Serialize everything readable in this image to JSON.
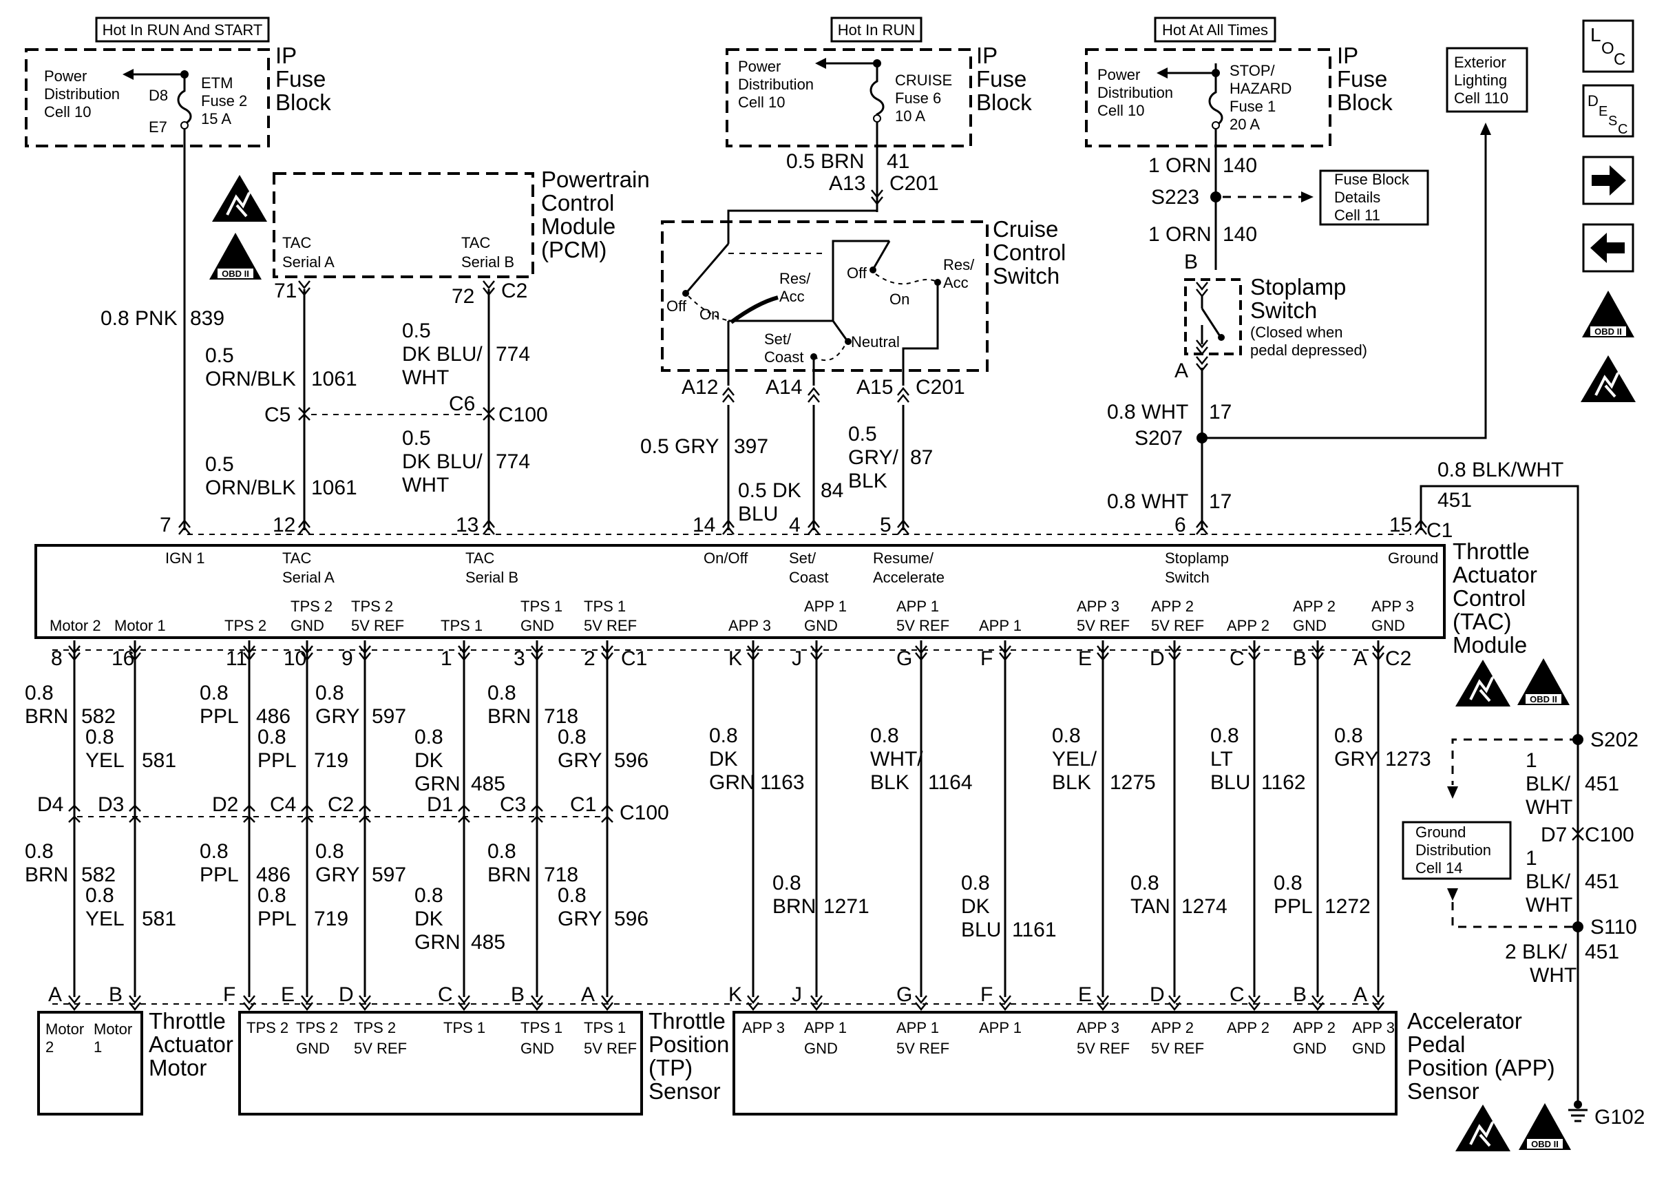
{
  "power_labels": {
    "run_start": "Hot In RUN And START",
    "run": "Hot In RUN",
    "all_times": "Hot At All Times"
  },
  "ip_fuse_block": {
    "line1": "IP",
    "line2": "Fuse",
    "line3": "Block"
  },
  "power_dist": {
    "line1": "Power",
    "line2": "Distribution",
    "line3": "Cell 10"
  },
  "etm_fuse": {
    "name": "ETM",
    "fuse": "Fuse 2",
    "amp": "15 A",
    "pin_top": "D8",
    "pin_bottom": "E7"
  },
  "cruise_fuse": {
    "name": "CRUISE",
    "fuse": "Fuse 6",
    "amp": "10 A"
  },
  "stop_fuse": {
    "name1": "STOP/",
    "name2": "HAZARD",
    "fuse": "Fuse 1",
    "amp": "20 A"
  },
  "exterior_lighting": {
    "line1": "Exterior",
    "line2": "Lighting",
    "line3": "Cell 110"
  },
  "pcm": {
    "title1": "Powertrain",
    "title2": "Control",
    "title3": "Module",
    "title4": "(PCM)",
    "pin_a_line1": "TAC",
    "pin_a_line2": "Serial A",
    "pin_b_line1": "TAC",
    "pin_b_line2": "Serial B",
    "pin_a": "71",
    "pin_b": "72",
    "conn": "C2"
  },
  "cruise_switch": {
    "title1": "Cruise",
    "title2": "Control",
    "title3": "Switch",
    "off": "Off",
    "on": "On",
    "res1": "Res/",
    "res2": "Acc",
    "set1": "Set/",
    "set2": "Coast",
    "neutral": "Neutral",
    "pin_a12": "A12",
    "pin_a14": "A14",
    "pin_a15": "A15",
    "conn": "C201",
    "top_pin": "A13",
    "top_conn": "C201"
  },
  "stoplamp": {
    "title1": "Stoplamp",
    "title2": "Switch",
    "note1": "(Closed when",
    "note2": "pedal depressed)",
    "pin_top": "B",
    "pin_bottom": "A"
  },
  "fuse_details": {
    "line1": "Fuse Block",
    "line2": "Details",
    "line3": "Cell 11"
  },
  "splices": {
    "s223": "S223",
    "s207": "S207",
    "s202": "S202",
    "s110": "S110",
    "g102": "G102"
  },
  "wires": {
    "pnk": "0.8 PNK",
    "pnk_num": "839",
    "brn41": "0.5 BRN",
    "brn41_num": "41",
    "orn140": "1 ORN",
    "orn140_num": "140",
    "gry397": "0.5 GRY",
    "gry397_num": "397",
    "dkblu84_a": "0.5 DK",
    "dkblu84_b": "BLU",
    "dkblu84_num": "84",
    "gry87_a": "0.5",
    "gry87_b": "GRY/",
    "gry87_c": "BLK",
    "gry87_num": "87",
    "wht17": "0.8 WHT",
    "wht17_num": "17",
    "blkwht": "0.8 BLK/WHT",
    "blkwht_num": "451",
    "orn_a": "0.5",
    "orn_b": "ORN/BLK",
    "orn_num": "1061",
    "dkblu_a": "0.5",
    "dkblu_b": "DK BLU/",
    "dkblu_c": "WHT",
    "dkblu_num": "774"
  },
  "c100": {
    "c5": "C5",
    "c6": "C6",
    "label": "C100"
  },
  "tac_top_pins": [
    {
      "pin": "7",
      "l1": "IGN 1",
      "l2": ""
    },
    {
      "pin": "12",
      "l1": "TAC",
      "l2": "Serial A"
    },
    {
      "pin": "13",
      "l1": "TAC",
      "l2": "Serial B"
    },
    {
      "pin": "14",
      "l1": "On/Off",
      "l2": ""
    },
    {
      "pin": "4",
      "l1": "Set/",
      "l2": "Coast"
    },
    {
      "pin": "5",
      "l1": "Resume/",
      "l2": "Accelerate"
    },
    {
      "pin": "6",
      "l1": "Stoplamp",
      "l2": "Switch"
    },
    {
      "pin": "15",
      "l1": "Ground",
      "l2": ""
    }
  ],
  "tac_conn_top": "C1",
  "tac_module": {
    "l1": "Throttle",
    "l2": "Actuator",
    "l3": "Control",
    "l4": "(TAC)",
    "l5": "Module"
  },
  "tac_bottom_labels": [
    {
      "l1": "Motor 2",
      "l2": ""
    },
    {
      "l1": "Motor 1",
      "l2": ""
    },
    {
      "l1": "TPS 2",
      "l2": ""
    },
    {
      "l1": "TPS 2",
      "l2": "GND"
    },
    {
      "l1": "TPS 2",
      "l2": "5V REF"
    },
    {
      "l1": "TPS 1",
      "l2": ""
    },
    {
      "l1": "TPS 1",
      "l2": "GND"
    },
    {
      "l1": "TPS 1",
      "l2": "5V REF"
    },
    {
      "l1": "APP 3",
      "l2": ""
    },
    {
      "l1": "APP 1",
      "l2": "GND"
    },
    {
      "l1": "APP 1",
      "l2": "5V REF"
    },
    {
      "l1": "APP 1",
      "l2": ""
    },
    {
      "l1": "APP 3",
      "l2": "5V REF"
    },
    {
      "l1": "APP 2",
      "l2": "5V REF"
    },
    {
      "l1": "APP 2",
      "l2": ""
    },
    {
      "l1": "APP 2",
      "l2": "GND"
    },
    {
      "l1": "APP 3",
      "l2": "GND"
    }
  ],
  "lower_left_wires": [
    {
      "pin": "8",
      "c100": "D4",
      "end": "A",
      "a1": "0.8",
      "a2": "BRN",
      "num": "582"
    },
    {
      "pin": "16",
      "c100": "D3",
      "end": "B",
      "a1": "0.8",
      "a2": "YEL",
      "num": "581"
    },
    {
      "pin": "11",
      "c100": "D2",
      "end": "F",
      "a1": "0.8",
      "a2": "PPL",
      "num": "486"
    },
    {
      "pin": "10",
      "c100": "C4",
      "end": "E",
      "a1": "0.8",
      "a2": "PPL",
      "num": "719"
    },
    {
      "pin": "9",
      "c100": "C2",
      "end": "D",
      "a1": "0.8",
      "a2": "GRY",
      "num": "597"
    },
    {
      "pin": "1",
      "c100": "D1",
      "end": "C",
      "a1": "0.8",
      "a2": "DK",
      "a3": "GRN",
      "num": "485"
    },
    {
      "pin": "3",
      "c100": "C3",
      "end": "B",
      "a1": "0.8",
      "a2": "BRN",
      "num": "718"
    },
    {
      "pin": "2",
      "c100": "C1",
      "end": "A",
      "a1": "0.8",
      "a2": "GRY",
      "num": "596"
    }
  ],
  "lower_left_conn": {
    "c1": "C1",
    "c100": "C100"
  },
  "lower_right_wires": [
    {
      "pin": "K",
      "a1": "0.8",
      "a2": "DK",
      "a3": "GRN",
      "num": "1163"
    },
    {
      "pin": "J",
      "a1": "0.8",
      "a2": "BRN",
      "num": "1271"
    },
    {
      "pin": "G",
      "a1": "0.8",
      "a2": "WHT/",
      "a3": "BLK",
      "num": "1164"
    },
    {
      "pin": "F",
      "a1": "0.8",
      "a2": "DK",
      "a3": "BLU",
      "num": "1161"
    },
    {
      "pin": "E",
      "a1": "0.8",
      "a2": "YEL/",
      "a3": "BLK",
      "num": "1275"
    },
    {
      "pin": "D",
      "a1": "0.8",
      "a2": "TAN",
      "num": "1274"
    },
    {
      "pin": "C",
      "a1": "0.8",
      "a2": "LT",
      "a3": "BLU",
      "num": "1162"
    },
    {
      "pin": "B",
      "a1": "0.8",
      "a2": "PPL",
      "num": "1272"
    },
    {
      "pin": "A",
      "a1": "0.8",
      "a2": "GRY",
      "num": "1273"
    }
  ],
  "lower_right_conn": "C2",
  "ground_path": {
    "w1_a": "1",
    "w1_b": "BLK/",
    "w1_c": "WHT",
    "w1_num": "451",
    "d7": "D7",
    "c100": "C100",
    "w2_a": "1",
    "w2_b": "BLK/",
    "w2_c": "WHT",
    "w2_num": "451",
    "w3_a": "2 BLK/",
    "w3_b": "WHT",
    "w3_num": "451"
  },
  "ground_dist": {
    "line1": "Ground",
    "line2": "Distribution",
    "line3": "Cell 14"
  },
  "tam": {
    "l1": "Throttle",
    "l2": "Actuator",
    "l3": "Motor",
    "m2a": "Motor",
    "m2b": "2",
    "m1a": "Motor",
    "m1b": "1"
  },
  "tps_sensor": {
    "l1": "Throttle",
    "l2": "Position",
    "l3": "(TP)",
    "l4": "Sensor",
    "labels": [
      {
        "l1": "TPS 2",
        "l2": ""
      },
      {
        "l1": "TPS 2",
        "l2": "GND"
      },
      {
        "l1": "TPS 2",
        "l2": "5V REF"
      },
      {
        "l1": "TPS 1",
        "l2": ""
      },
      {
        "l1": "TPS 1",
        "l2": "GND"
      },
      {
        "l1": "TPS 1",
        "l2": "5V REF"
      }
    ]
  },
  "app_sensor": {
    "l1": "Accelerator",
    "l2": "Pedal",
    "l3": "Position (APP)",
    "l4": "Sensor",
    "labels": [
      {
        "l1": "APP 3",
        "l2": ""
      },
      {
        "l1": "APP 1",
        "l2": "GND"
      },
      {
        "l1": "APP 1",
        "l2": "5V REF"
      },
      {
        "l1": "APP 1",
        "l2": ""
      },
      {
        "l1": "APP 3",
        "l2": "5V REF"
      },
      {
        "l1": "APP 2",
        "l2": "5V REF"
      },
      {
        "l1": "APP 2",
        "l2": ""
      },
      {
        "l1": "APP 2",
        "l2": "GND"
      },
      {
        "l1": "APP 3",
        "l2": "GND"
      }
    ]
  },
  "icons": {
    "loc": "LOC",
    "desc": "DESC",
    "obd": "OBD II",
    "roman": "II"
  }
}
